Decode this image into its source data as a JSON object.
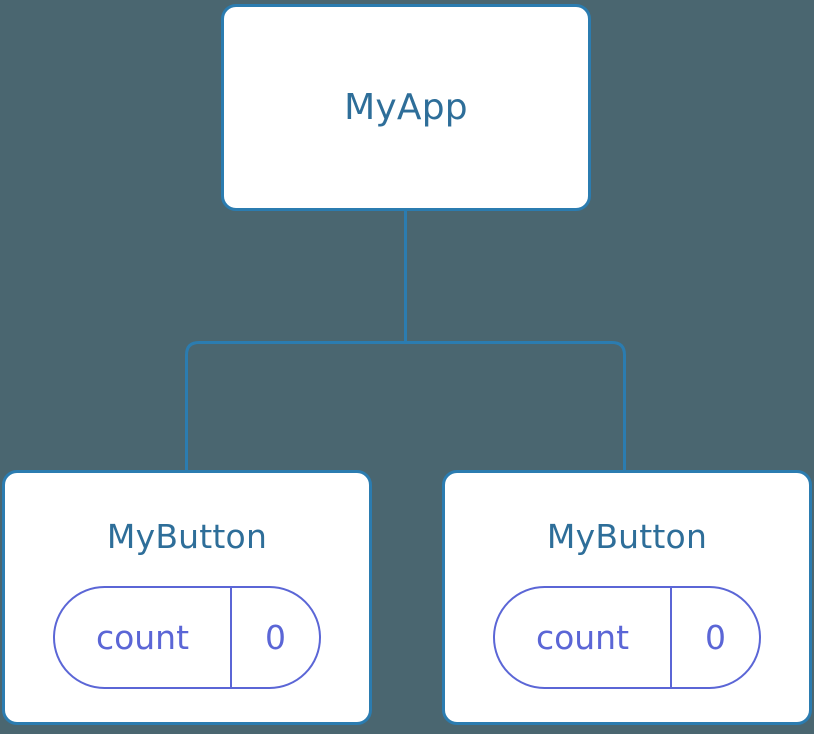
{
  "diagram": {
    "type": "component-tree",
    "background_color": "#4a6670",
    "node_border_color": "#2b7cb0",
    "node_fill_color": "#ffffff",
    "node_title_color": "#2e6e99",
    "state_pill_color": "#5b66d6",
    "connector_color": "#2b7cb0",
    "root": {
      "title": "MyApp"
    },
    "children": [
      {
        "title": "MyButton",
        "state": {
          "key": "count",
          "value": "0"
        }
      },
      {
        "title": "MyButton",
        "state": {
          "key": "count",
          "value": "0"
        }
      }
    ]
  }
}
